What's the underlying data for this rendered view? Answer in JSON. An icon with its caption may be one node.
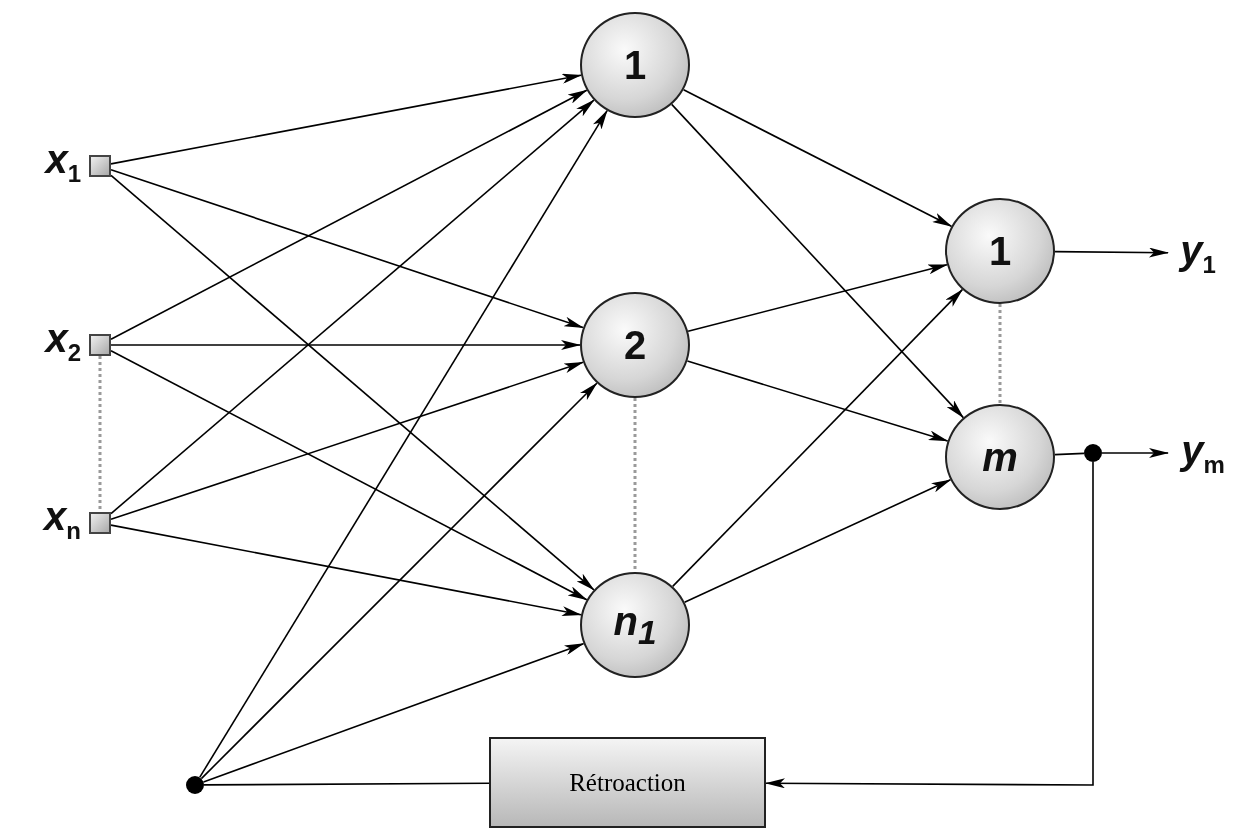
{
  "diagram": {
    "nodes": [
      {
        "text": [],
        "shape": "box",
        "beside": [
          "x$_{1}$"
        ]
      },
      {
        "text": [],
        "shape": "box",
        "beside": [
          "x$_{2}$"
        ]
      },
      {
        "text": [],
        "shape": "box",
        "beside": [
          "x$_{n}$"
        ]
      },
      {
        "text": [
          "1"
        ]
      },
      {
        "text": [
          "2"
        ]
      },
      {
        "text": [
          "n$_{1}$"
        ]
      },
      {
        "text": [
          "1"
        ]
      },
      {
        "text": [
          "m"
        ]
      },
      {
        "text": [],
        "shape": "circle"
      },
      {
        "text": [
          "Rétroaction"
        ]
      },
      {
        "text": [],
        "shape": "circle"
      },
      {
        "text": [
          "y$_{1}$"
        ]
      },
      {
        "text": [
          "y$_{m}$"
        ]
      }
    ],
    "edges": [
      {
        "from": 0,
        "to": 3,
        "arrow": "to"
      },
      {
        "from": 0,
        "to": 4,
        "arrow": "to"
      },
      {
        "from": 0,
        "to": 5,
        "arrow": "to"
      },
      {
        "from": 1,
        "to": 3,
        "arrow": "to"
      },
      {
        "from": 1,
        "to": 4,
        "arrow": "to"
      },
      {
        "from": 1,
        "to": 5,
        "arrow": "to"
      },
      {
        "from": 2,
        "to": 3,
        "arrow": "to"
      },
      {
        "from": 2,
        "to": 4,
        "arrow": "to"
      },
      {
        "from": 2,
        "to": 5,
        "arrow": "to"
      },
      {
        "from": 8,
        "to": 3,
        "arrow": "to"
      },
      {
        "from": 8,
        "to": 4,
        "arrow": "to"
      },
      {
        "from": 8,
        "to": 5,
        "arrow": "to"
      },
      {
        "from": 3,
        "to": 6,
        "arrow": "to"
      },
      {
        "from": 3,
        "to": 7,
        "arrow": "to"
      },
      {
        "from": 4,
        "to": 6,
        "arrow": "to"
      },
      {
        "from": 4,
        "to": 7,
        "arrow": "to"
      },
      {
        "from": 5,
        "to": 6,
        "arrow": "to"
      },
      {
        "from": 5,
        "to": 7,
        "arrow": "to"
      },
      {
        "from": 6,
        "to": 11,
        "arrow": "to"
      },
      {
        "from": 7,
        "to": 10,
        "arrow": "none"
      },
      {
        "from": 10,
        "to": 12,
        "arrow": "to"
      },
      {
        "from": 10,
        "to": 9,
        "arrow": "to"
      },
      {
        "from": 9,
        "to": 8,
        "arrow": "none"
      },
      {
        "from": 1,
        "to": 2,
        "arrow": "none",
        "style": "dashed",
        "color": "#9a9a9a"
      },
      {
        "from": 4,
        "to": 5,
        "arrow": "none",
        "style": "dashed",
        "color": "#9a9a9a"
      },
      {
        "from": 6,
        "to": 7,
        "arrow": "none",
        "style": "dashed",
        "color": "#9a9a9a"
      }
    ]
  }
}
